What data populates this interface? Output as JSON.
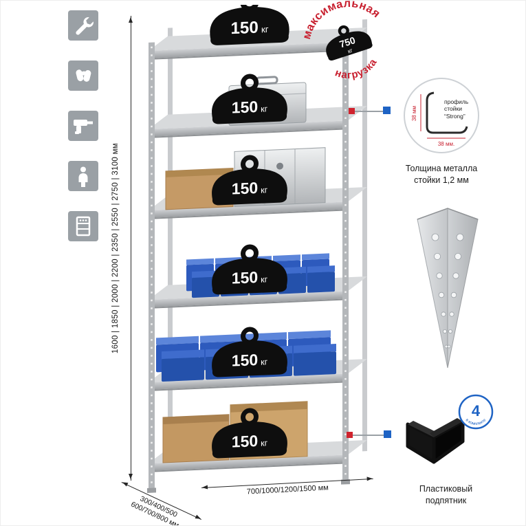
{
  "colors": {
    "red": "#c8202f",
    "blue": "#1e63c4",
    "bin_blue": "#2c59bb",
    "metal_gray": "#c6c8cb",
    "icon_gray": "#9aa0a5",
    "weight_black": "#0e0e0e"
  },
  "left_icons": [
    {
      "name": "wrench"
    },
    {
      "name": "gloves"
    },
    {
      "name": "drill"
    },
    {
      "name": "person"
    },
    {
      "name": "rack"
    }
  ],
  "stamp": {
    "arc_top": "максимальная",
    "arc_bottom": "нагрузка",
    "value": "750",
    "unit": "кг"
  },
  "shelf_load": {
    "value": "150",
    "unit": "кг",
    "shelf_count": 6
  },
  "profile": {
    "label1": "профиль",
    "label2": "стойки",
    "label3": "“Strong”",
    "dim_v": "38 мм",
    "dim_h": "38 мм.",
    "caption1": "Толщина металла",
    "caption2": "стойки 1,2 мм"
  },
  "foot": {
    "badge_number": "4",
    "badge_text": "в комплекте",
    "caption1": "Пластиковый",
    "caption2": "подпятник"
  },
  "dims": {
    "height": "1600 | 1850 | 2000 | 2200 | 2350 | 2550 | 2750 | 3100 мм",
    "depth1": "300/400/500",
    "depth2": "600/700/800 мм",
    "width": "700/1000/1200/1500 мм"
  }
}
